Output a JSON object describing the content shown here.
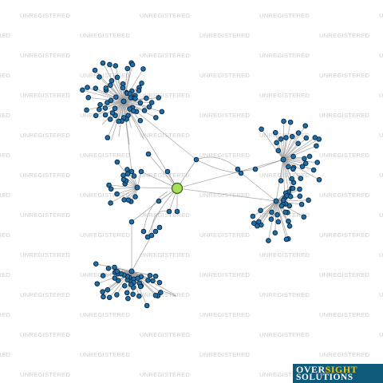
{
  "watermark": {
    "text": "UNREGISTERED"
  },
  "brand": {
    "part1": "OVER",
    "part2": "SIGHT",
    "line2": "SOLUTIONS"
  },
  "graph": {
    "focus_node_color": "#a6e05a",
    "node_color": "#1f6fa8",
    "edge_color": "#9c9c9c"
  }
}
